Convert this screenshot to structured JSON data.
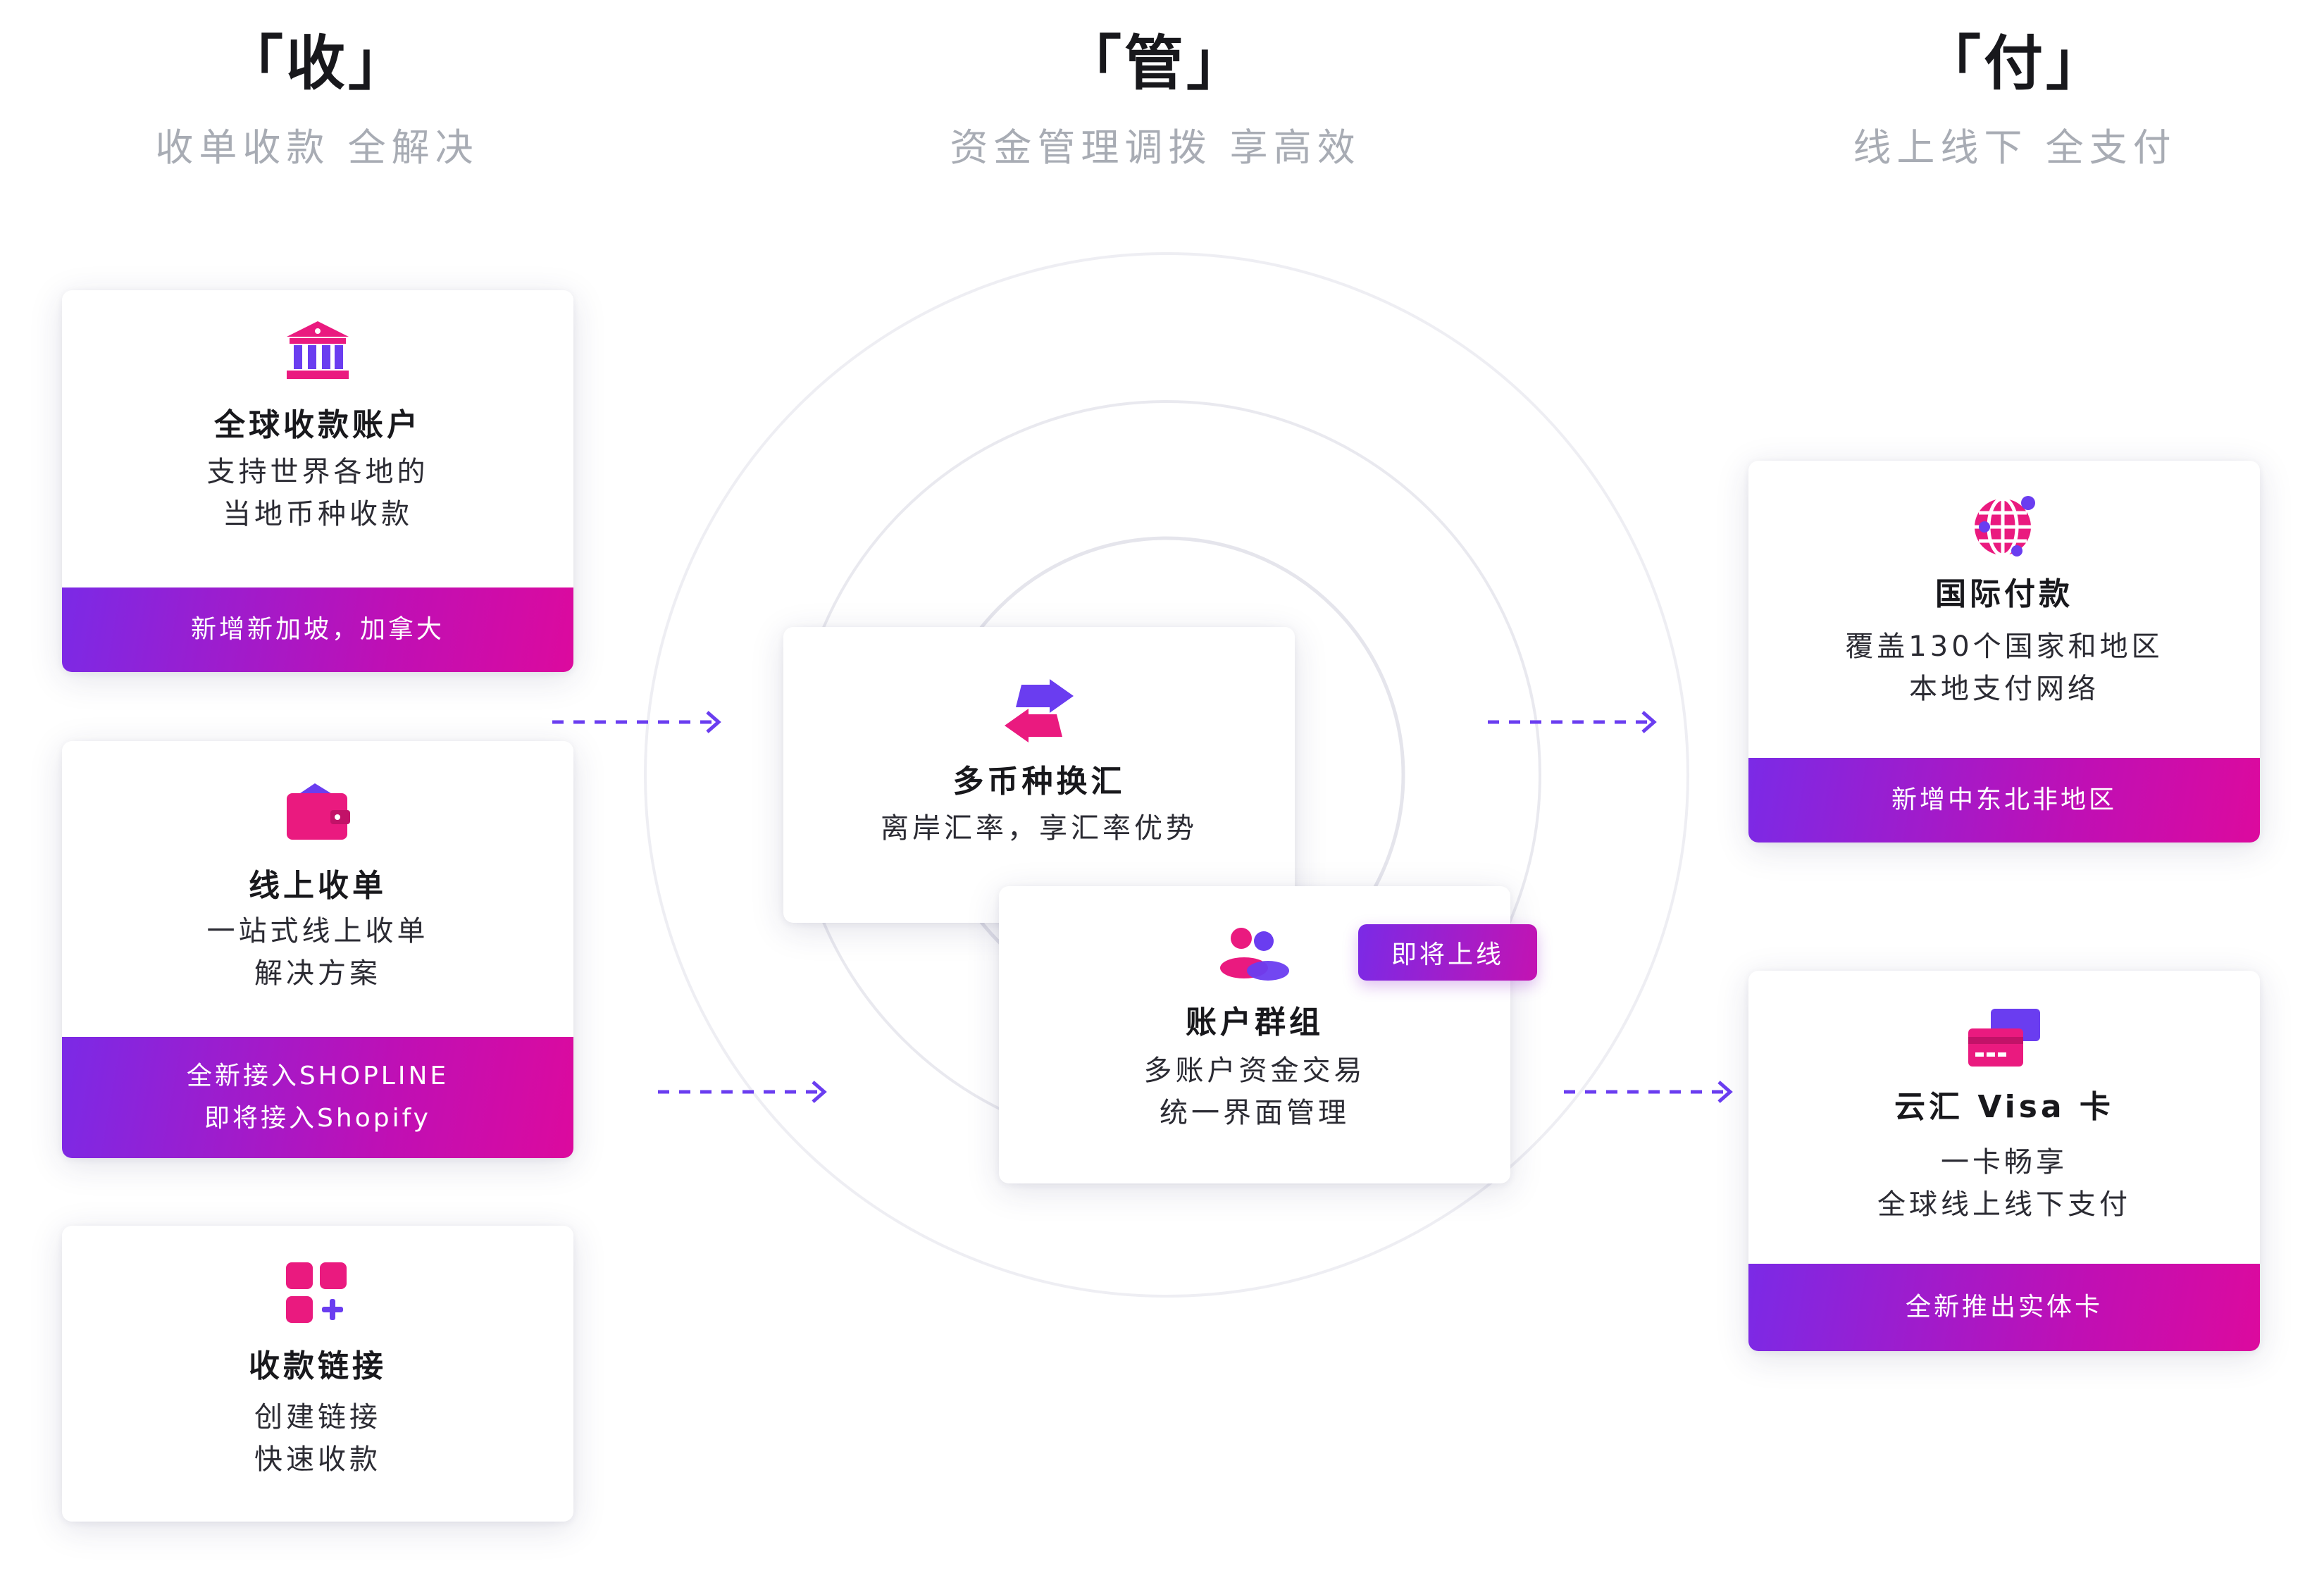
{
  "columns": [
    {
      "title": "「收」",
      "subtitle": "收单收款 全解决"
    },
    {
      "title": "「管」",
      "subtitle": "资金管理调拨 享高效"
    },
    {
      "title": "「付」",
      "subtitle": "线上线下 全支付"
    }
  ],
  "cards": {
    "global_account": {
      "icon": "bank-icon",
      "title": "全球收款账户",
      "desc": [
        "支持世界各地的",
        "当地币种收款"
      ],
      "band": [
        "新增新加坡，加拿大"
      ]
    },
    "online_checkout": {
      "icon": "wallet-icon",
      "title": "线上收单",
      "desc": [
        "一站式线上收单",
        "解决方案"
      ],
      "band": [
        "全新接入SHOPLINE",
        "即将接入Shopify"
      ]
    },
    "payment_link": {
      "icon": "apps-plus-icon",
      "title": "收款链接",
      "desc": [
        "创建链接",
        "快速收款"
      ]
    },
    "fx": {
      "icon": "exchange-arrows-icon",
      "title": "多币种换汇",
      "desc": [
        "离岸汇率，享汇率优势"
      ]
    },
    "account_group": {
      "icon": "user-group-icon",
      "title": "账户群组",
      "desc": [
        "多账户资金交易",
        "统一界面管理"
      ],
      "badge": "即将上线"
    },
    "intl_payout": {
      "icon": "globe-icon",
      "title": "国际付款",
      "desc": [
        "覆盖130个国家和地区",
        "本地支付网络"
      ],
      "band": [
        "新增中东北非地区"
      ]
    },
    "visa_card": {
      "icon": "cards-icon",
      "title": "云汇 Visa 卡",
      "desc": [
        "一卡畅享",
        "全球线上线下支付"
      ],
      "band": [
        "全新推出实体卡"
      ]
    }
  },
  "colors": {
    "accent_purple": "#7b2ae6",
    "accent_magenta": "#dc0a9e",
    "icon_pink": "#ea1a7f",
    "icon_purple": "#6a3df0",
    "subtitle_gray": "#a8acb4"
  }
}
